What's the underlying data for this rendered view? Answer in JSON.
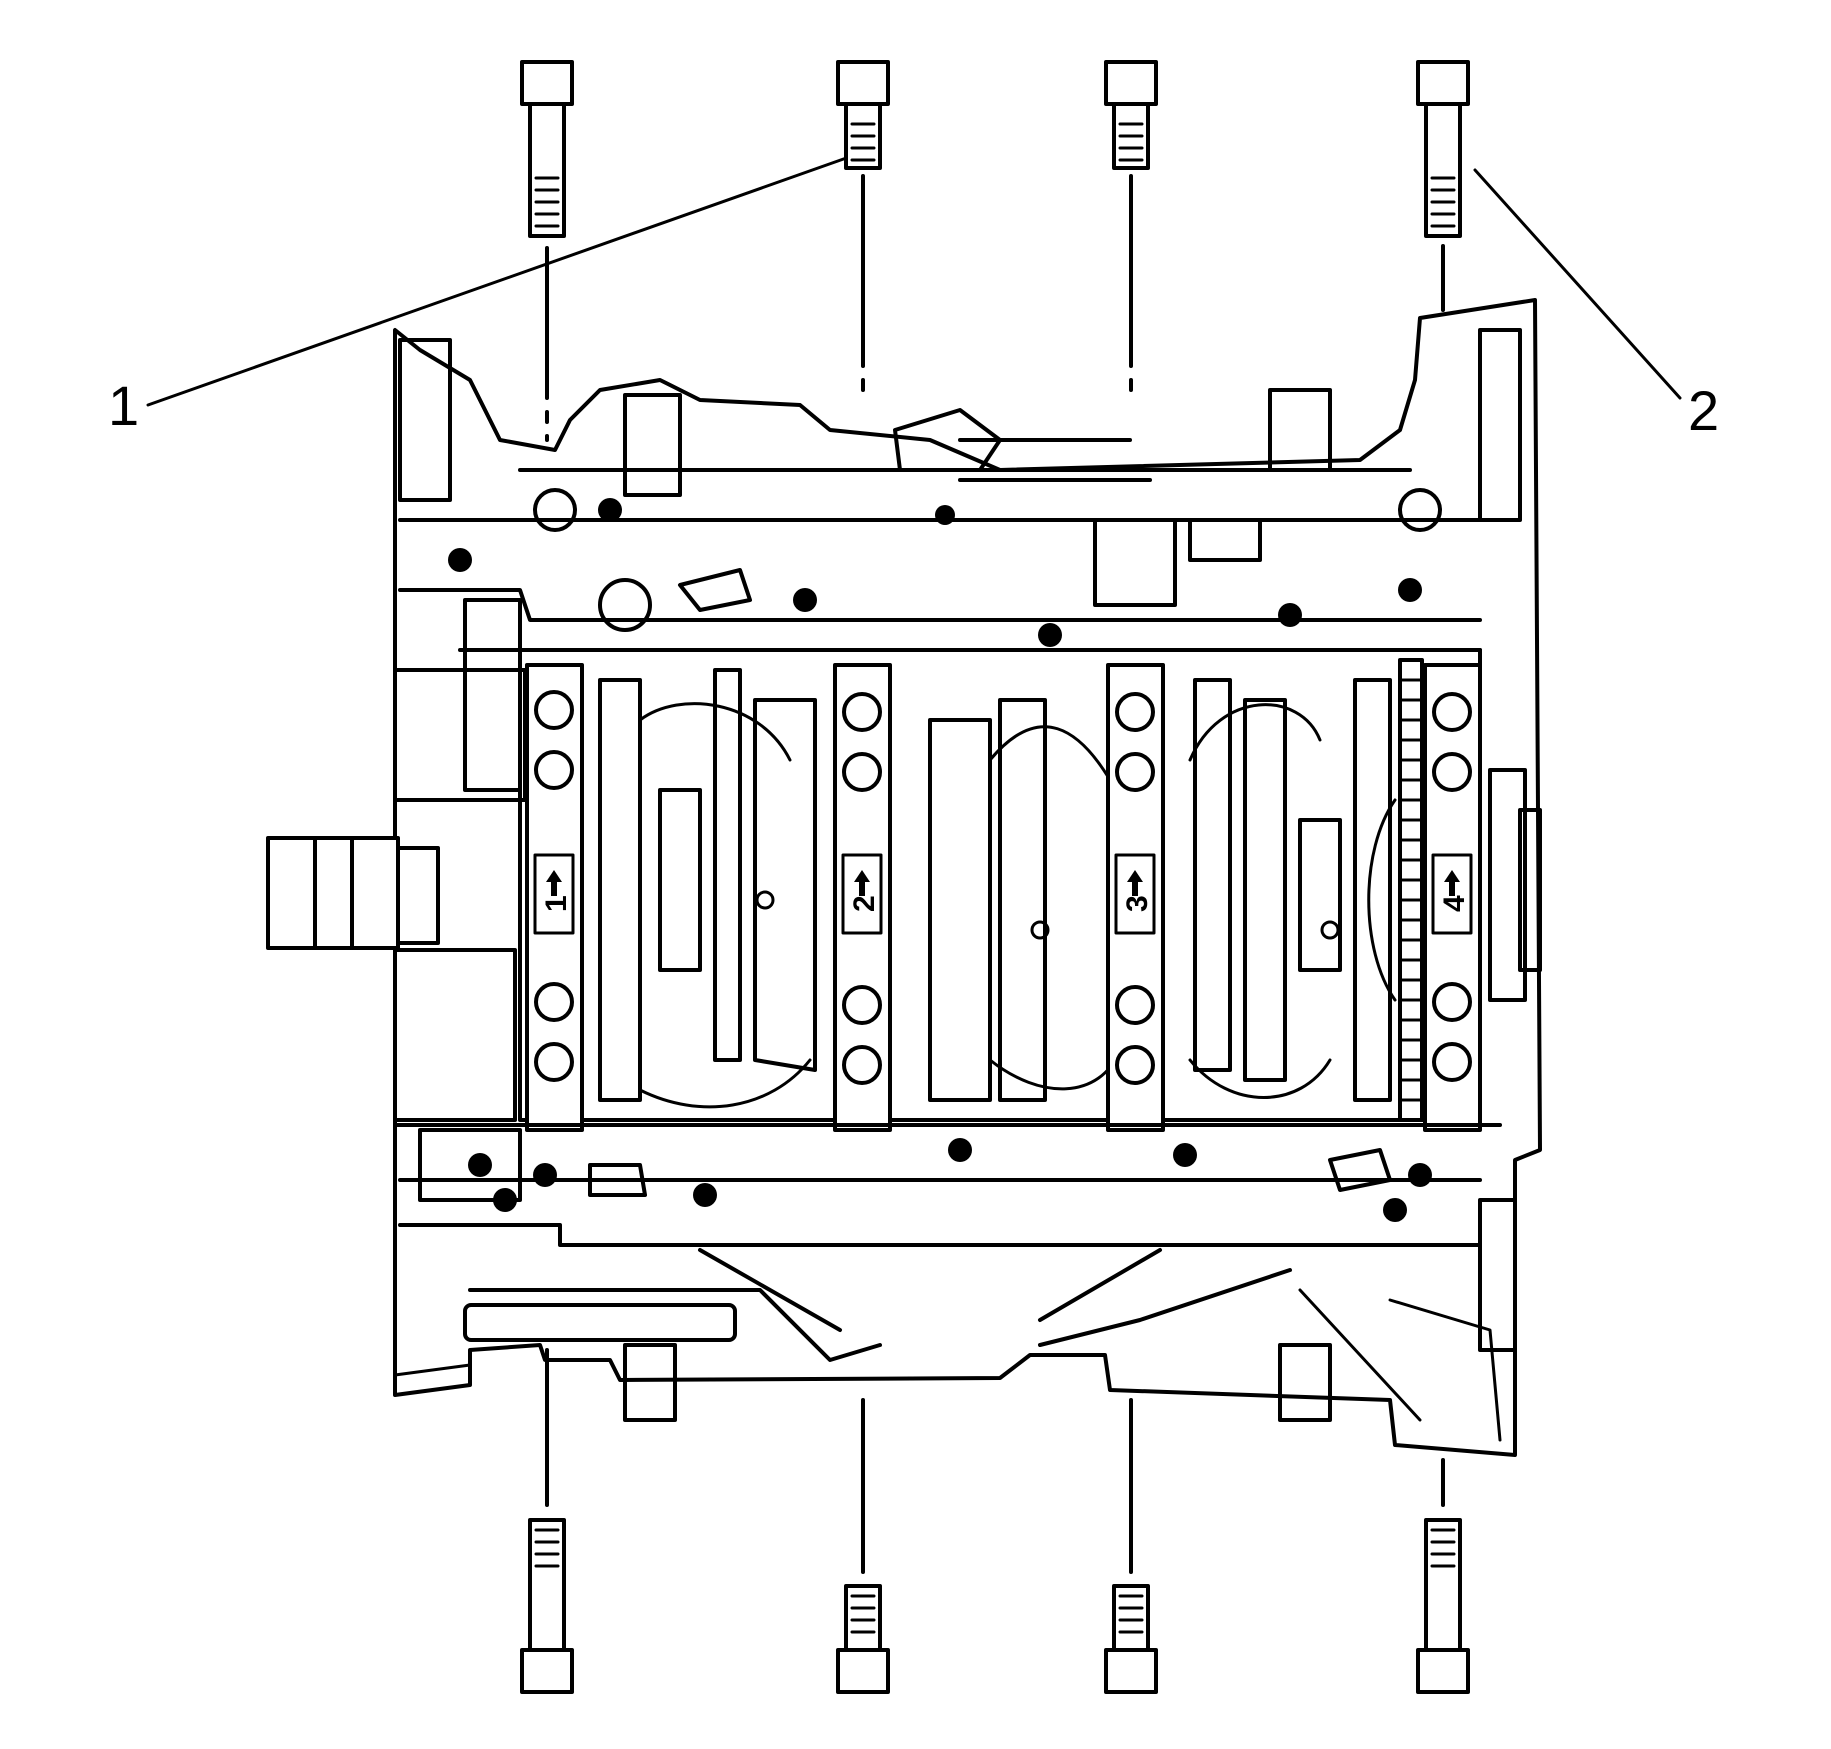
{
  "callouts": [
    {
      "label": "1"
    },
    {
      "label": "2"
    }
  ],
  "main_cap_marks": [
    "1",
    "2",
    "3",
    "4"
  ],
  "colors": {
    "line": "#000000",
    "background": "#ffffff"
  }
}
